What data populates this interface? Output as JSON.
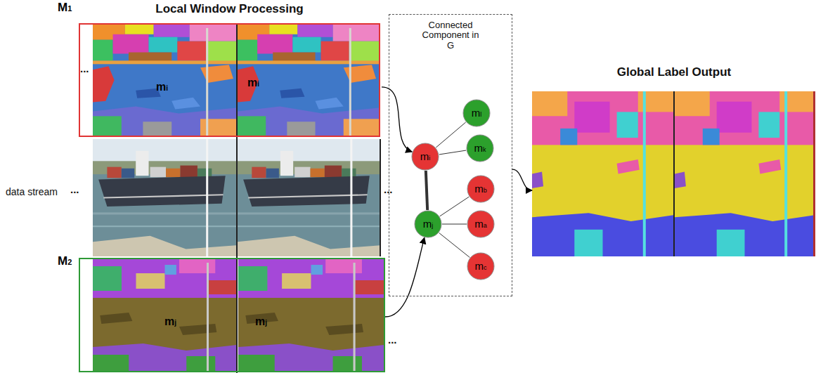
{
  "diagram": {
    "nodes": [
      {
        "text": [
          "M1",
          "Local Window Processing"
        ]
      },
      {
        "text": [
          "mi"
        ],
        "in": 0
      },
      {
        "text": [
          "mi"
        ],
        "in": 0
      },
      {
        "text": [
          "Connected Component in G"
        ]
      },
      {
        "text": [
          "mi"
        ],
        "in": 3
      },
      {
        "text": [
          "ml"
        ],
        "in": 3
      },
      {
        "text": [
          "mk"
        ],
        "in": 3
      },
      {
        "text": [
          "mj"
        ],
        "in": 3
      },
      {
        "text": [
          "mb"
        ],
        "in": 3
      },
      {
        "text": [
          "ma"
        ],
        "in": 3
      },
      {
        "text": [
          "mc"
        ],
        "in": 3
      },
      {
        "text": [
          "Global Label Output"
        ]
      },
      {
        "text": [
          "M2"
        ]
      },
      {
        "text": [
          "mj"
        ],
        "in": 12
      },
      {
        "text": [
          "mj"
        ],
        "in": 12
      }
    ],
    "edges": [
      {
        "from": 2,
        "to": 4,
        "arrow": "to"
      },
      {
        "from": 14,
        "to": 7,
        "arrow": "to"
      },
      {
        "from": 4,
        "to": 5,
        "arrow": "none"
      },
      {
        "from": 4,
        "to": 6,
        "arrow": "none"
      },
      {
        "from": 4,
        "to": 7,
        "arrow": "none"
      },
      {
        "from": 7,
        "to": 8,
        "arrow": "none"
      },
      {
        "from": 7,
        "to": 9,
        "arrow": "none"
      },
      {
        "from": 7,
        "to": 10,
        "arrow": "none"
      },
      {
        "from": 3,
        "to": 11,
        "arrow": "to"
      }
    ],
    "labels": [
      "...",
      "data stream",
      "...",
      "...",
      "..."
    ]
  }
}
